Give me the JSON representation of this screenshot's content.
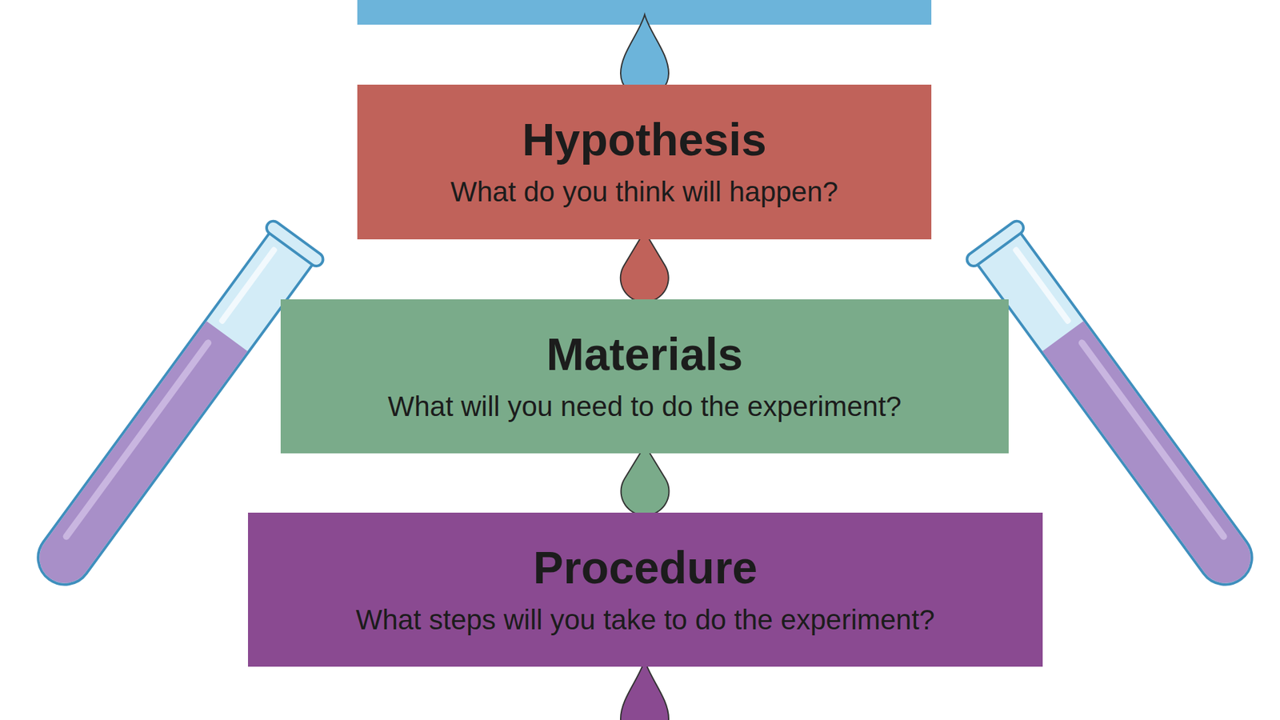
{
  "diagram": {
    "nodes": [
      {
        "text": [
          "Hypothesis",
          "What do you think will happen?"
        ]
      },
      {
        "text": [
          "Materials",
          "What will you need to do the experiment?"
        ]
      },
      {
        "text": [
          "Procedure",
          "What steps will you take to do the experiment?"
        ]
      }
    ],
    "edges": [
      {
        "from": 0,
        "to": 1,
        "arrow": "none"
      },
      {
        "from": 1,
        "to": 2,
        "arrow": "none"
      }
    ]
  }
}
